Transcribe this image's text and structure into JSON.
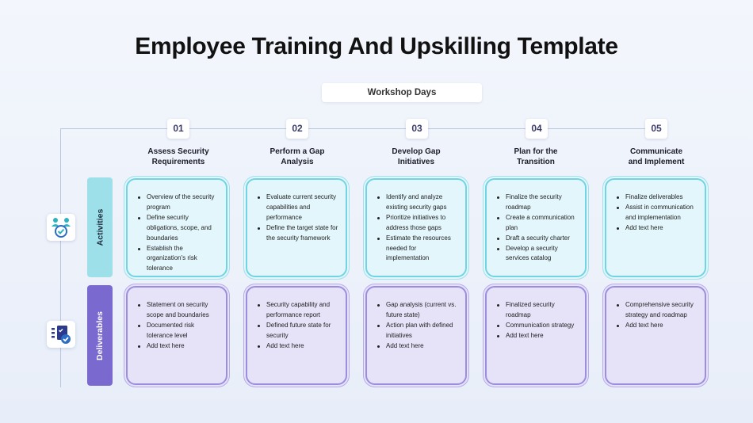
{
  "title": "Employee Training And Upskilling Template",
  "workshop_label": "Workshop Days",
  "row_labels": {
    "activities": "Activities",
    "deliverables": "Deliverables"
  },
  "steps": [
    {
      "num": "01",
      "heading": [
        "Assess Security",
        "Requirements"
      ]
    },
    {
      "num": "02",
      "heading": [
        "Perform a Gap",
        "Analysis"
      ]
    },
    {
      "num": "03",
      "heading": [
        "Develop Gap",
        "Initiatives"
      ]
    },
    {
      "num": "04",
      "heading": [
        "Plan for the",
        "Transition"
      ]
    },
    {
      "num": "05",
      "heading": [
        "Communicate",
        "and Implement"
      ]
    }
  ],
  "activities": [
    [
      "Overview of the security program",
      "Define security obligations, scope, and boundaries",
      "Establish the organization's risk tolerance"
    ],
    [
      "Evaluate current security capabilities and performance",
      "Define the target state for the security framework"
    ],
    [
      "Identify and analyze existing security gaps",
      "Prioritize initiatives to address those gaps",
      "Estimate the resources needed for implementation"
    ],
    [
      "Finalize the security roadmap",
      "Create a communication plan",
      "Draft a security charter",
      "Develop a security services catalog"
    ],
    [
      "Finalize deliverables",
      "Assist in communication and implementation",
      "Add text here"
    ]
  ],
  "deliverables": [
    [
      "Statement on security scope and boundaries",
      "Documented risk tolerance level",
      "Add text here"
    ],
    [
      "Security capability and performance report",
      "Defined future state for security",
      "Add text here"
    ],
    [
      "Gap analysis (current vs. future state)",
      "Action plan with defined initiatives",
      "Add text here"
    ],
    [
      "Finalized security roadmap",
      "Communication strategy",
      "Add text here"
    ],
    [
      "Comprehensive security strategy and roadmap",
      "Add text here"
    ]
  ],
  "icons": {
    "activities": "team-check-icon",
    "deliverables": "checklist-icon"
  },
  "colors": {
    "activities": "#72d3e4",
    "deliverables": "#7a6ad0",
    "accent": "#2b6cc4"
  }
}
